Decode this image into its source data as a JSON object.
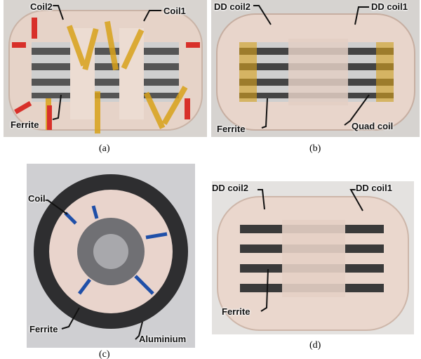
{
  "panels": {
    "a": {
      "caption": "(a)",
      "labels": [
        "Coil2",
        "Coil1",
        "Ferrite"
      ]
    },
    "b": {
      "caption": "(b)",
      "labels": [
        "DD coil2",
        "DD coil1",
        "Ferrite",
        "Quad coil"
      ]
    },
    "c": {
      "caption": "(c)",
      "labels": [
        "Coil",
        "Ferrite",
        "Aluminium"
      ]
    },
    "d": {
      "caption": "(d)",
      "labels": [
        "DD coil2",
        "DD coil1",
        "Ferrite"
      ]
    }
  },
  "colors": {
    "coil": "#e9d6cc",
    "ferrite": "#3a3a3a",
    "tape_yellow": "#d9a21a",
    "tape_red": "#d8302a",
    "tape_blue": "#1f4fa8",
    "aluminium": "#c9c9c9"
  }
}
